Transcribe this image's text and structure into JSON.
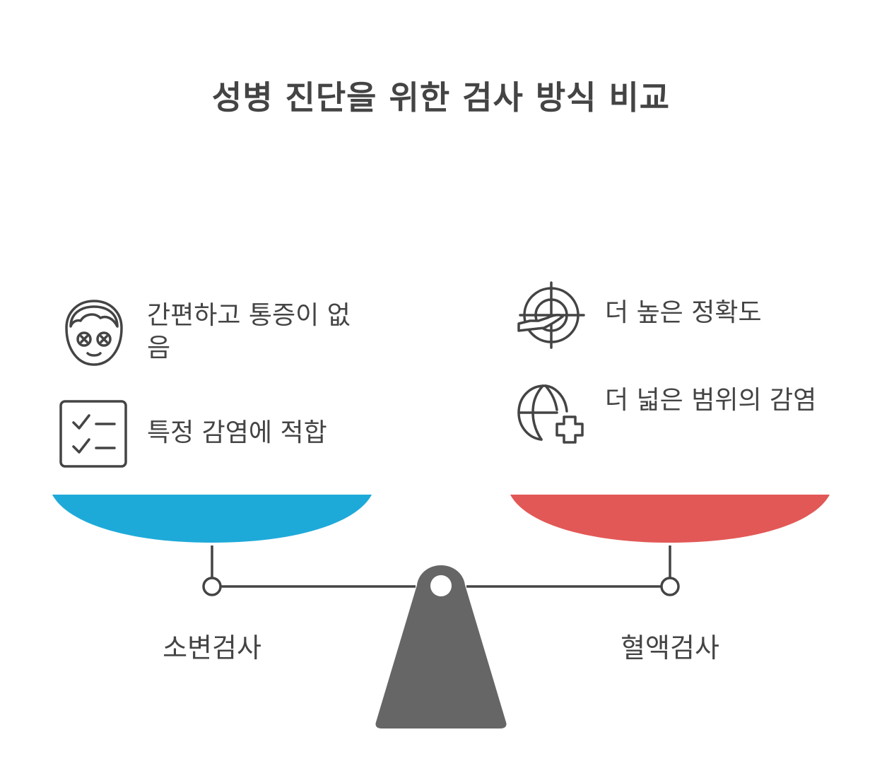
{
  "title": "성병 진단을 위한 검사 방식 비교",
  "left": {
    "name": "소변검사",
    "color": "#1eaad9",
    "items": [
      {
        "icon": "face-mask-icon",
        "text": "간편하고 통증이 없음"
      },
      {
        "icon": "checklist-icon",
        "text": "특정 감염에 적합"
      }
    ]
  },
  "right": {
    "name": "혈액검사",
    "color": "#e25856",
    "items": [
      {
        "icon": "target-hand-icon",
        "text": "더 높은 정확도"
      },
      {
        "icon": "globe-plus-icon",
        "text": "더 넓은 범위의 감염"
      }
    ]
  },
  "fulcrum_color": "#666666"
}
